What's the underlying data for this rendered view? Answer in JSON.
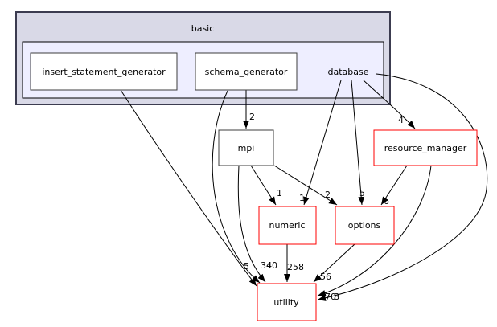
{
  "diagram": {
    "kind": "directory-dependency-graph",
    "cluster_label": "basic",
    "current_directory": "database"
  },
  "colors": {
    "cluster_outer_fill": "#d9d9e7",
    "cluster_outer_border": "#3c3c50",
    "cluster_inner_fill": "#eeeeff",
    "node_fill": "#ffffff",
    "node_border_plain": "#3c3c3c",
    "node_border_highlight": "#ff0000",
    "edge_color": "#000000"
  },
  "nodes": {
    "basic": {
      "label": "basic"
    },
    "database": {
      "label": "database"
    },
    "insert_statement_generator": {
      "label": "insert_statement_generator",
      "border": "plain"
    },
    "schema_generator": {
      "label": "schema_generator",
      "border": "plain"
    },
    "mpi": {
      "label": "mpi",
      "border": "plain"
    },
    "resource_manager": {
      "label": "resource_manager",
      "border": "red"
    },
    "numeric": {
      "label": "numeric",
      "border": "red"
    },
    "options": {
      "label": "options",
      "border": "red"
    },
    "utility": {
      "label": "utility",
      "border": "red"
    }
  },
  "edges": [
    {
      "source": "schema_generator",
      "target": "mpi",
      "label": "2"
    },
    {
      "source": "database",
      "target": "resource_manager",
      "label": "4"
    },
    {
      "source": "mpi",
      "target": "numeric",
      "label": "1"
    },
    {
      "source": "database",
      "target": "numeric",
      "label": "1"
    },
    {
      "source": "mpi",
      "target": "options",
      "label": "2"
    },
    {
      "source": "database",
      "target": "options",
      "label": "5"
    },
    {
      "source": "resource_manager",
      "target": "options",
      "label": "6"
    },
    {
      "source": "insert_statement_generator",
      "target": "utility",
      "label": "5"
    },
    {
      "source": "schema_generator",
      "target": "utility",
      "label": "34"
    },
    {
      "source": "mpi",
      "target": "utility",
      "label": "40"
    },
    {
      "source": "numeric",
      "target": "utility",
      "label": "258"
    },
    {
      "source": "options",
      "target": "utility",
      "label": "56"
    },
    {
      "source": "resource_manager",
      "target": "utility",
      "label": "70"
    },
    {
      "source": "database",
      "target": "utility",
      "label": "8"
    }
  ]
}
